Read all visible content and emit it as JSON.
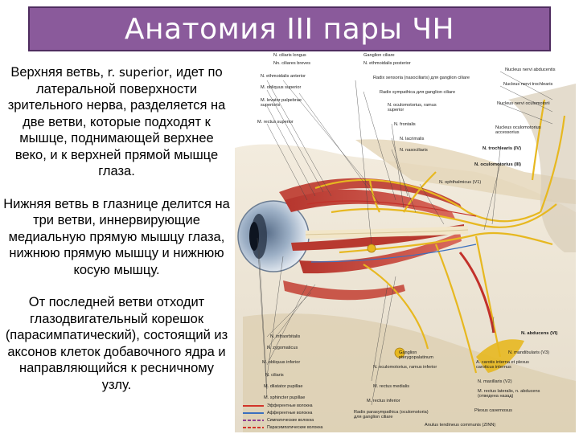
{
  "slide": {
    "title": "Анатомия III пары ЧН",
    "paragraphs": [
      {
        "lead": "Верхняя ветвь, ",
        "latin": "r. superior",
        "rest": ", идет по латеральной поверхности зрительного нерва, разделяется на две ветви, которые подходят к мышце, поднимающей верхнее веко, и к верхней прямой мышце глаза."
      },
      {
        "text": "Нижняя ветвь в глазнице делится на три ветви, иннервирующие медиальную прямую мышцу глаза, нижнюю прямую мышцу и нижнюю косую мышцу."
      },
      {
        "text": "От последней ветви отходит глазодвигательный корешок (парасимпатический), состоящий из аксонов клеток добавочного ядра и направляющийся к ресничному узлу."
      }
    ]
  },
  "figure": {
    "labels": {
      "l1": "N. ciliaris longus",
      "l2": "Nn. ciliares breves",
      "l3": "Ganglion ciliare",
      "l4": "N. ethmoidalis posterior",
      "l5": "N. ethmoidalis anterior",
      "l6": "Radix sensoria (nasociliaris) для ganglion ciliare",
      "l7": "M. obliquus superior",
      "l8": "Radix sympathica для ganglion ciliare",
      "l9": "M. levator palpebrae superioris",
      "l10": "N. oculomotorius, ramus superior",
      "l11": "M. rectus superior",
      "l12": "N. frontalis",
      "l13": "N. lacrimalis",
      "l14": "N. nasociliaris",
      "l15": "N. ophthalmicus (V1)",
      "r1": "Nucleus nervi abducentis",
      "r2": "Nucleus nervi trochlearis",
      "r3": "Nucleus nervi oculomotorii",
      "r4": "Nucleus oculomotorius accessorius",
      "r5": "N. trochlearis (IV)",
      "r6": "N. oculomotorius (III)",
      "b1": "N. infraorbitalis",
      "b2": "N. zygomaticus",
      "b3": "M. obliquus inferior",
      "b4": "N. ciliaris",
      "b5": "M. dilatator pupillae",
      "b6": "M. sphincter pupillae",
      "b7": "Ganglion pterygopalatinum",
      "b8": "N. oculomotorius, ramus inferior",
      "b9": "M. rectus medialis",
      "b10": "M. rectus inferior",
      "b11": "Radix parasympathica (oculomotoria) для ganglion ciliare",
      "b12": "Anulus tendineus communis (ZINN)",
      "b13": "N. abducens (VI)",
      "b14": "N. mandibularis (V3)",
      "b15": "A. carotis interna et plexus caroticus internus",
      "b16": "N. maxillaris (V2)",
      "b17": "M. rectus lateralis, n. abducens (отведена назад)",
      "b18": "Plexus cavernosus"
    },
    "legend": [
      {
        "label": "Эфферентные волокна",
        "color": "#d2342a",
        "style": "solid"
      },
      {
        "label": "Афферентные волокна",
        "color": "#3a6fbf",
        "style": "solid"
      },
      {
        "label": "Симпатические волокна",
        "color": "#8f3d8f",
        "style": "dashed"
      },
      {
        "label": "Парасимпатические волокна",
        "color": "#d2342a",
        "style": "dashed"
      }
    ]
  }
}
